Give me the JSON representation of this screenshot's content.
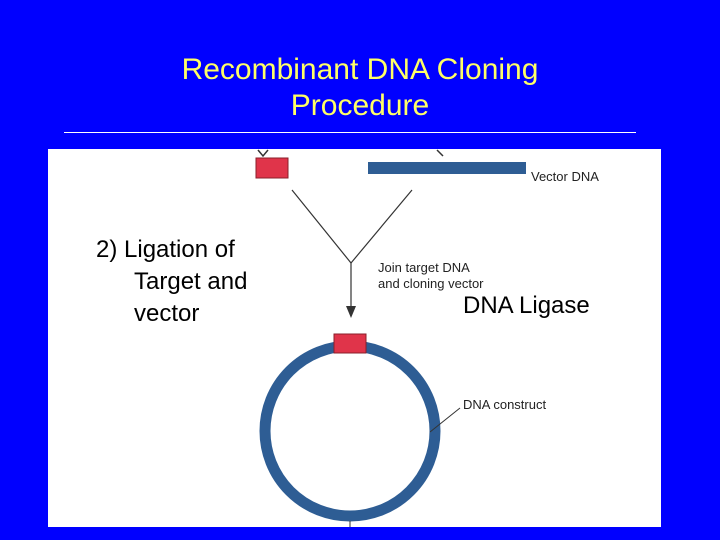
{
  "title": {
    "line1": "Recombinant DNA Cloning",
    "line2": "Procedure"
  },
  "step": {
    "number": "2)",
    "line1": "Ligation of",
    "line2": "Target and",
    "line3": "vector"
  },
  "diagram": {
    "vector_label": "Vector DNA",
    "join_label_line1": "Join target DNA",
    "join_label_line2": "and cloning vector",
    "construct_label": "DNA construct",
    "enzyme_label": "DNA Ligase"
  },
  "colors": {
    "background": "#0000ff",
    "title": "#ffff66",
    "dna_blue": "#2e5d94",
    "target_red": "#e0344a"
  }
}
